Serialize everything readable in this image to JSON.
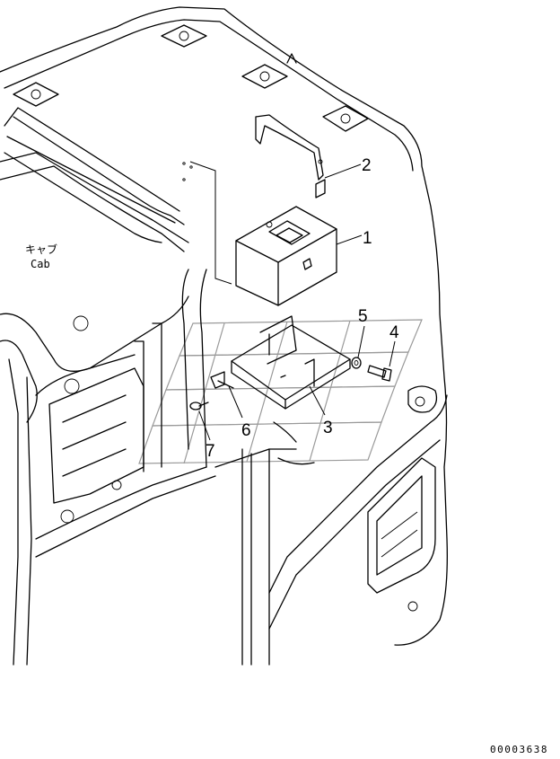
{
  "cab_label": {
    "japanese": "キャブ",
    "english": "Cab"
  },
  "callouts": [
    {
      "id": "1",
      "label": "1",
      "part": "box"
    },
    {
      "id": "2",
      "label": "2",
      "part": "strap"
    },
    {
      "id": "3",
      "label": "3",
      "part": "bracket"
    },
    {
      "id": "4",
      "label": "4",
      "part": "bolt"
    },
    {
      "id": "5",
      "label": "5",
      "part": "washer"
    },
    {
      "id": "6",
      "label": "6",
      "part": "clip"
    },
    {
      "id": "7",
      "label": "7",
      "part": "screw"
    }
  ],
  "figure_number": "00003638",
  "colors": {
    "line": "#000000",
    "watermark": "#9a9a9a",
    "accent_mark": "#3344cc"
  }
}
